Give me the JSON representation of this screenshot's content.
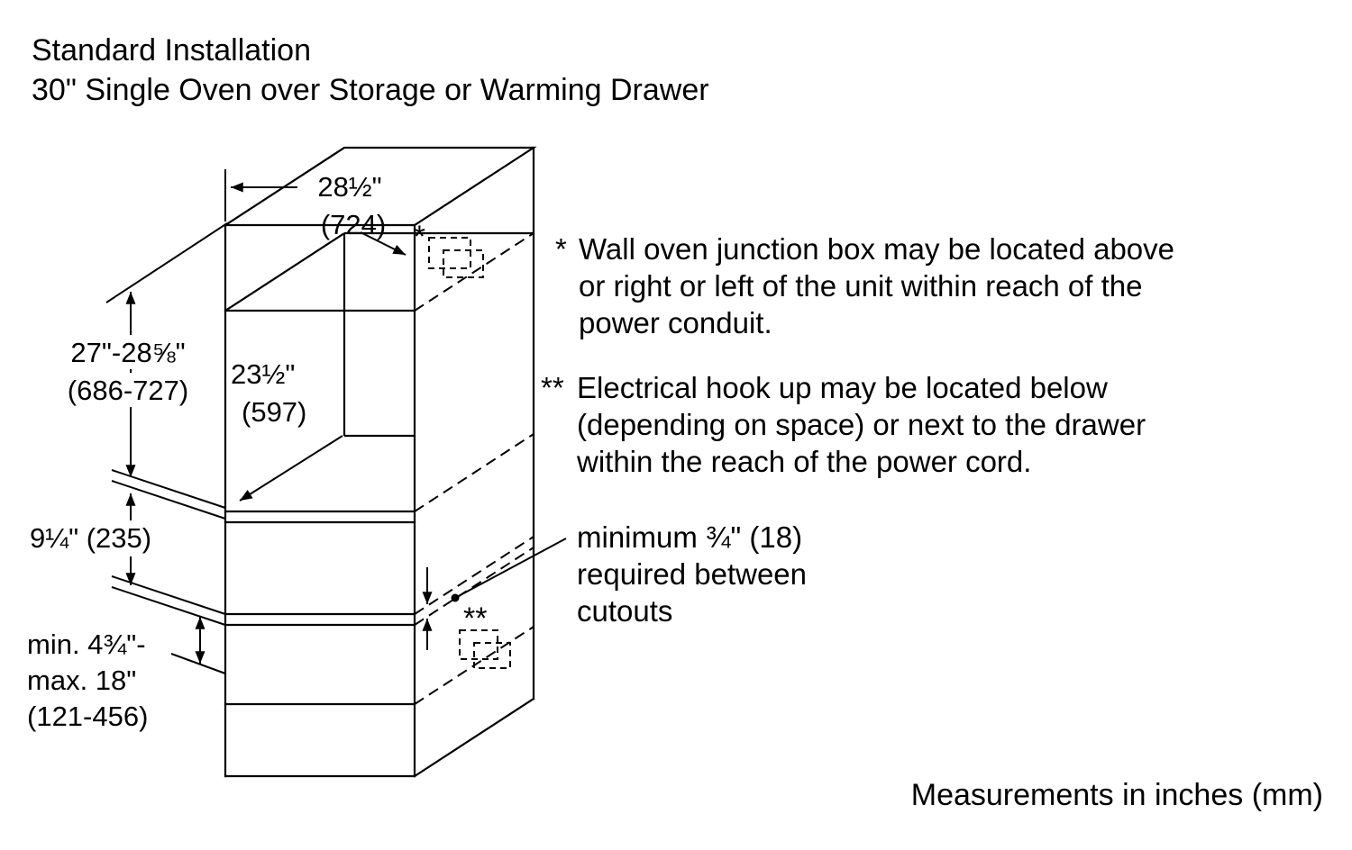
{
  "title": {
    "line1": "Standard Installation",
    "line2": "30\" Single Oven over Storage or Warming Drawer"
  },
  "notes": {
    "junction": {
      "marker": "*",
      "lines": [
        "Wall oven junction box may be located above",
        "or right or left of the unit within reach of the",
        "power conduit."
      ]
    },
    "electrical": {
      "marker": "**",
      "lines": [
        "Electrical hook up may be located below",
        "(depending on space) or next to the drawer",
        "within the reach of the power cord."
      ]
    },
    "cutout_gap": {
      "lines": [
        "minimum ¾\" (18)",
        "required between",
        "cutouts"
      ]
    }
  },
  "dimensions": {
    "width": {
      "value": "28½\"",
      "mm": "(724)"
    },
    "oven_height": {
      "value": "27\"-28⅝\"",
      "mm": "(686-727)"
    },
    "depth": {
      "value": "23½\"",
      "mm": "(597)"
    },
    "drawer_height": {
      "value": "9¼\" (235)"
    },
    "base_min": "min. 4¾\"-",
    "base_max": "max. 18\"",
    "base_mm": "(121-456)"
  },
  "markers": {
    "junction_box": "*",
    "electrical_box": "**"
  },
  "footer": "Measurements in inches (mm)"
}
